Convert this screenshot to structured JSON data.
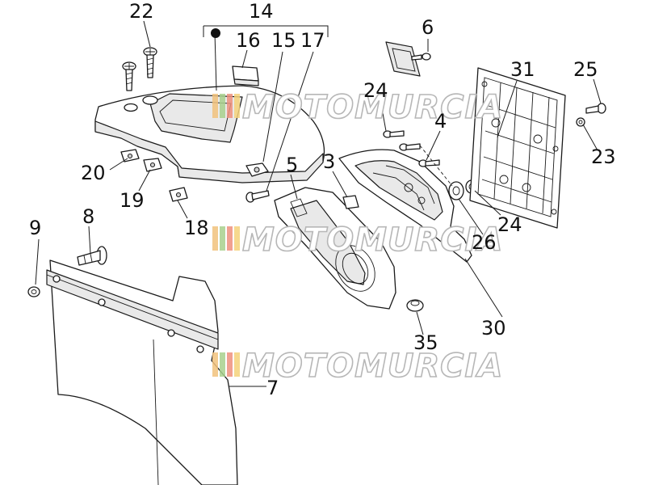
{
  "callouts": {
    "c22": "22",
    "c14": "14",
    "c16": "16",
    "c15": "15",
    "c17": "17",
    "c6": "6",
    "c31": "31",
    "c25": "25",
    "c24a": "24",
    "c4": "4",
    "c23": "23",
    "c5": "5",
    "c3": "3",
    "c20": "20",
    "c19": "19",
    "c18": "18",
    "c26": "26",
    "c24": "24",
    "c9": "9",
    "c8": "8",
    "c30": "30",
    "c35": "35",
    "c7": "7"
  },
  "watermark": {
    "text": "MOTOMURCIA",
    "stripe_colors": [
      "#f1c27d",
      "#a8d08d",
      "#ee8f7d",
      "#f4d27a"
    ]
  }
}
